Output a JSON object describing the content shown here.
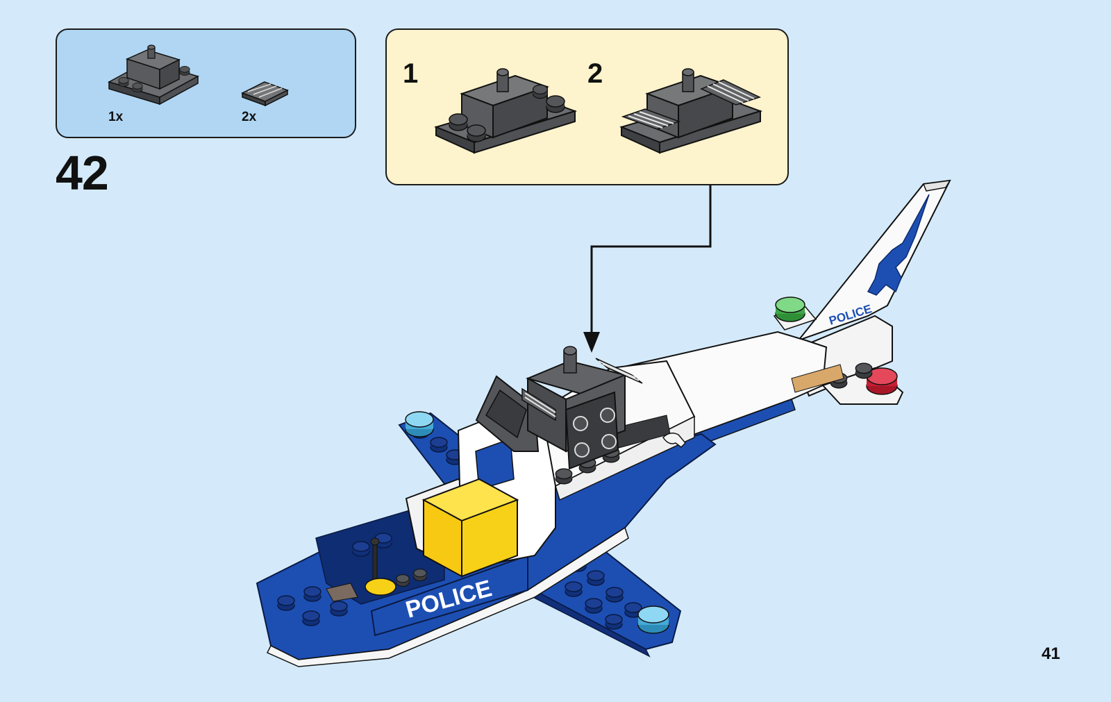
{
  "parts_list": {
    "items": [
      {
        "part": "dark-grey-plate-with-pin-icon",
        "quantity": "1x"
      },
      {
        "part": "dark-grey-tile-with-grooves-icon",
        "quantity": "2x"
      }
    ]
  },
  "step": {
    "number": "42"
  },
  "sub_assembly": {
    "steps": [
      {
        "number": "1"
      },
      {
        "number": "2"
      }
    ]
  },
  "model": {
    "fuselage_text": "POLICE",
    "tail_text": "POLICE"
  },
  "page": {
    "number": "41"
  },
  "colors": {
    "background": "#d4eafa",
    "parts_box": "#b0d6f3",
    "sub_box": "#fdf3cc",
    "blue": "#1d4fb3",
    "dark_grey": "#5f6063",
    "yellow": "#f7d117",
    "trans_blue": "#5fc1e8",
    "green": "#4fbf57",
    "red": "#d8283b"
  }
}
